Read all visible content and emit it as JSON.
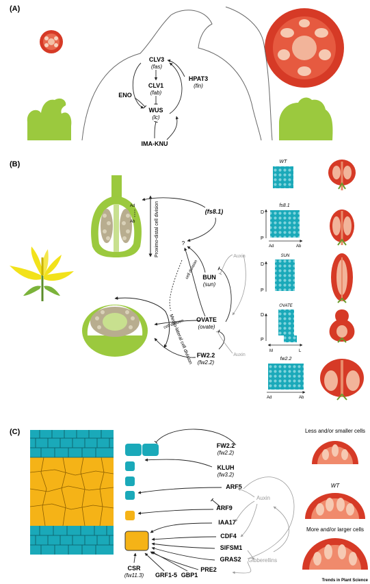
{
  "panels": {
    "a": {
      "label": "(A)",
      "genes": {
        "clv3": "CLV3",
        "clv3_allele": "(fas)",
        "hpat3": "HPAT3",
        "hpat3_allele": "(fin)",
        "clv1": "CLV1",
        "clv1_allele": "(fab)",
        "eno": "ENO",
        "wus": "WUS",
        "wus_allele": "(lc)",
        "imaknu": "IMA-KNU"
      }
    },
    "b": {
      "label": "(B)",
      "ad_top": "Ad",
      "ab_top": "Ab",
      "proximo_distal": "Proximo-distal cell division",
      "medio_lateral": "Medio-lateral cell division",
      "cell_div_bun": "cell division",
      "cell_div_ovate": "cell division",
      "genes": {
        "fs81": "(fs8.1)",
        "bun": "BUN",
        "bun_allele": "(sun)",
        "ovate": "OVATE",
        "ovate_allele": "(ovate)",
        "fw22": "FW2.2",
        "fw22_allele": "(fw2.2)",
        "auxin1": "Auxin",
        "auxin2": "Auxin",
        "q": "?"
      },
      "grids": [
        {
          "title": "WT"
        },
        {
          "title": "fs8.1",
          "y_top": "D",
          "y_bot": "P",
          "x_left": "Ad",
          "x_right": "Ab"
        },
        {
          "title": "SUN",
          "y_top": "D",
          "y_bot": "P"
        },
        {
          "title": "OVATE",
          "y_top": "D",
          "y_bot": "P",
          "x_left": "M",
          "x_right": "L"
        },
        {
          "title": "fw2.2",
          "x_left": "Ad",
          "x_right": "Ab"
        }
      ]
    },
    "c": {
      "label": "(C)",
      "genes": {
        "fw22": "FW2.2",
        "fw22_allele": "(fw2.2)",
        "kluh": "KLUH",
        "kluh_allele": "(fw3.2)",
        "arf5": "ARF5",
        "arf9": "ARF9",
        "iaa17": "IAA17",
        "cdf4": "CDF4",
        "sifsm1": "SlFSM1",
        "gras2": "GRAS2",
        "pre2": "PRE2",
        "csr": "CSR",
        "csr_allele": "(fw11.3)",
        "grf": "GRF1-5",
        "gbp1": "GBP1",
        "auxin": "Auxin",
        "gibberellins": "Gibberellins"
      },
      "fruit_labels": {
        "less": "Less and/or smaller cells",
        "wt": "WT",
        "more": "More and/or larger cells"
      }
    }
  },
  "footer": "Trends in Plant Science",
  "colors": {
    "tomato_red": "#d63a26",
    "tomato_inner": "#f2b49a",
    "plant_green": "#9bc93e",
    "cell_teal": "#1aa9b9",
    "cell_orange": "#f5b317",
    "flower_yellow": "#f2e21b",
    "seed_gray": "#b8ad8f"
  }
}
